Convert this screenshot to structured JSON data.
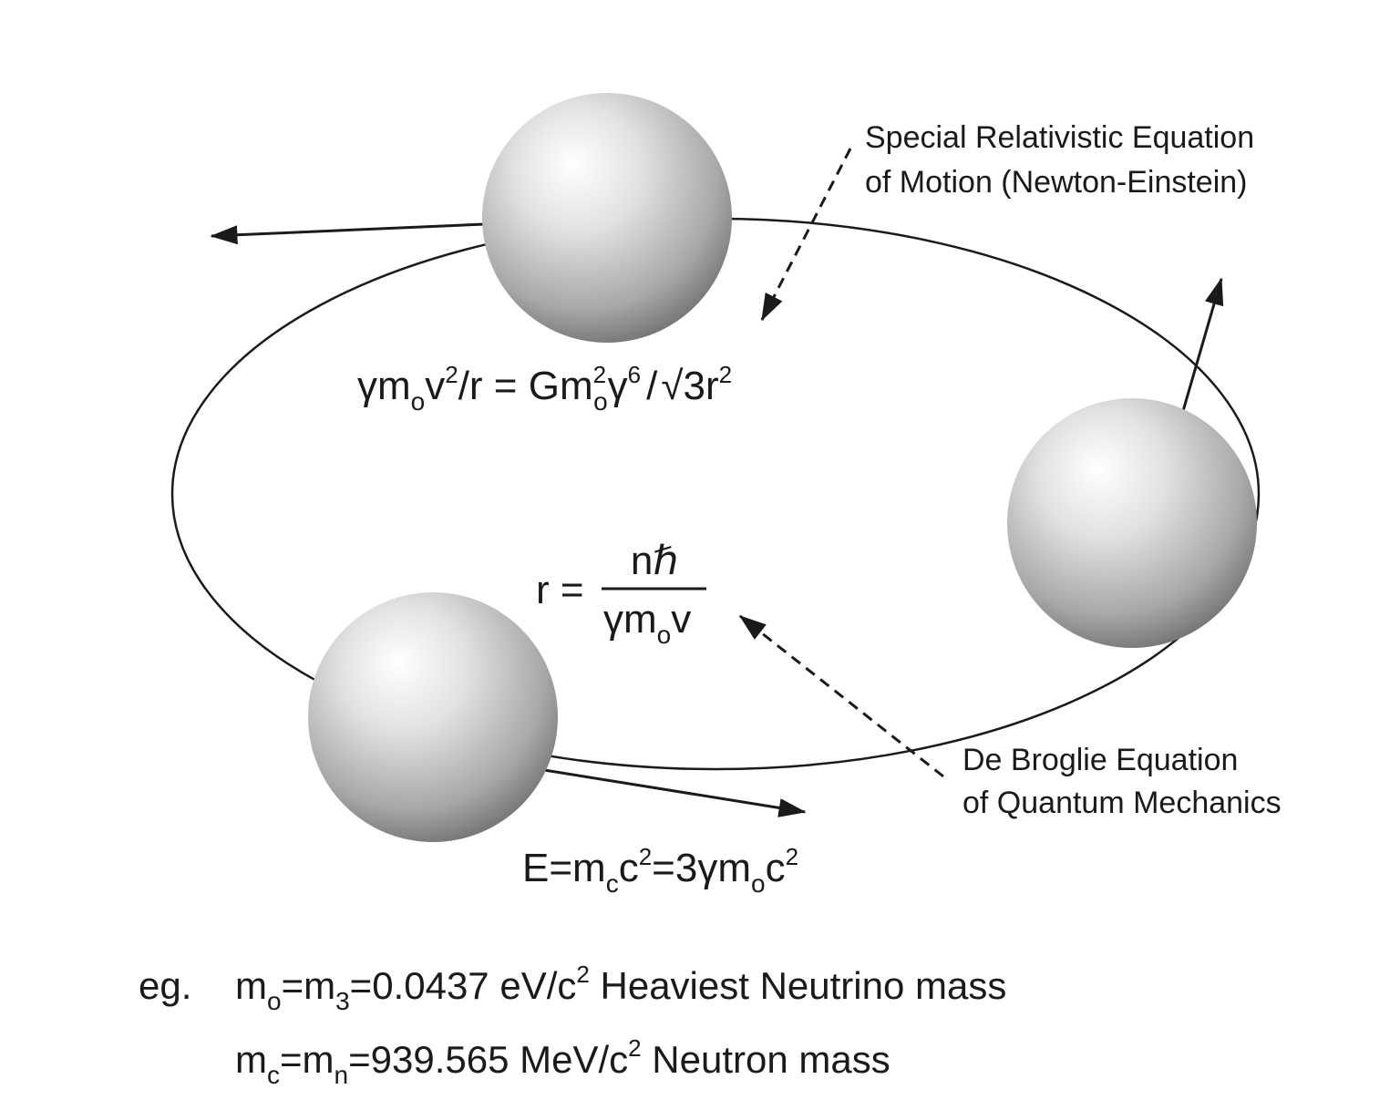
{
  "annotations": {
    "special_relativity": {
      "line1": "Special Relativistic Equation",
      "line2": "of Motion (Newton-Einstein)"
    },
    "de_broglie": {
      "line1": "De Broglie Equation",
      "line2": "of Quantum Mechanics"
    }
  },
  "equations": {
    "top": {
      "gamma": "γ",
      "m": "m",
      "o": "o",
      "v": "v",
      "two": "2",
      "over_r_eq": "/r = Gm",
      "sq2": "2",
      "o2": "o",
      "gamma2": "γ",
      "six": "6",
      "slash": "/",
      "sqrt": "√",
      "three_r": "3r",
      "two2": "2"
    },
    "middle": {
      "r_eq": "r =",
      "numerator": "nℏ",
      "den_gamma_m": "γm",
      "den_o": "o",
      "den_v": "v"
    },
    "energy": {
      "E_eq_m": "E=m",
      "c_sub": "c",
      "c": "c",
      "two": "2",
      "eq3gm": "=3γm",
      "o_sub": "o",
      "c2": "c",
      "two2": "2"
    }
  },
  "example": {
    "prefix": "eg.",
    "line1": {
      "m1": "m",
      "o": "o",
      "eq_m": "=m",
      "three": "3",
      "value": "=0.0437 eV/c",
      "two": "2",
      "label": " Heaviest Neutrino mass"
    },
    "line2": {
      "m1": "m",
      "c": "c",
      "eq_m": "=m",
      "n": "n",
      "value": "=939.565 MeV/c",
      "two": "2",
      "label": " Neutron mass"
    }
  },
  "colors": {
    "line": "#1a1a1a",
    "sphere_highlight": "#ffffff",
    "sphere_mid": "#c9c9c9",
    "sphere_shadow": "#6e6e6e"
  }
}
